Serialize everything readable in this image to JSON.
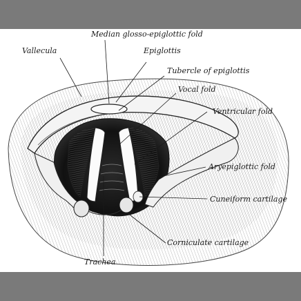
{
  "labels": {
    "median_glosso_epiglottic_fold": "Median glosso-epiglottic fold",
    "vallecula": "Vallecula",
    "epiglottis": "Epiglottis",
    "tubercle_of_epiglottis": "Tubercle of epiglottis",
    "vocal_fold": "Vocal fold",
    "ventricular_fold": "Ventricular fold",
    "aryepiglottic_fold": "Aryepiglottic fold",
    "cuneiform_cartilage": "Cuneiform cartilage",
    "corniculate_cartilage": "Corniculate cartilage",
    "trachea": "Trachea"
  },
  "colors": {
    "band": "#7a7a7a",
    "ink": "#1a1a1a",
    "paper": "#ffffff"
  }
}
